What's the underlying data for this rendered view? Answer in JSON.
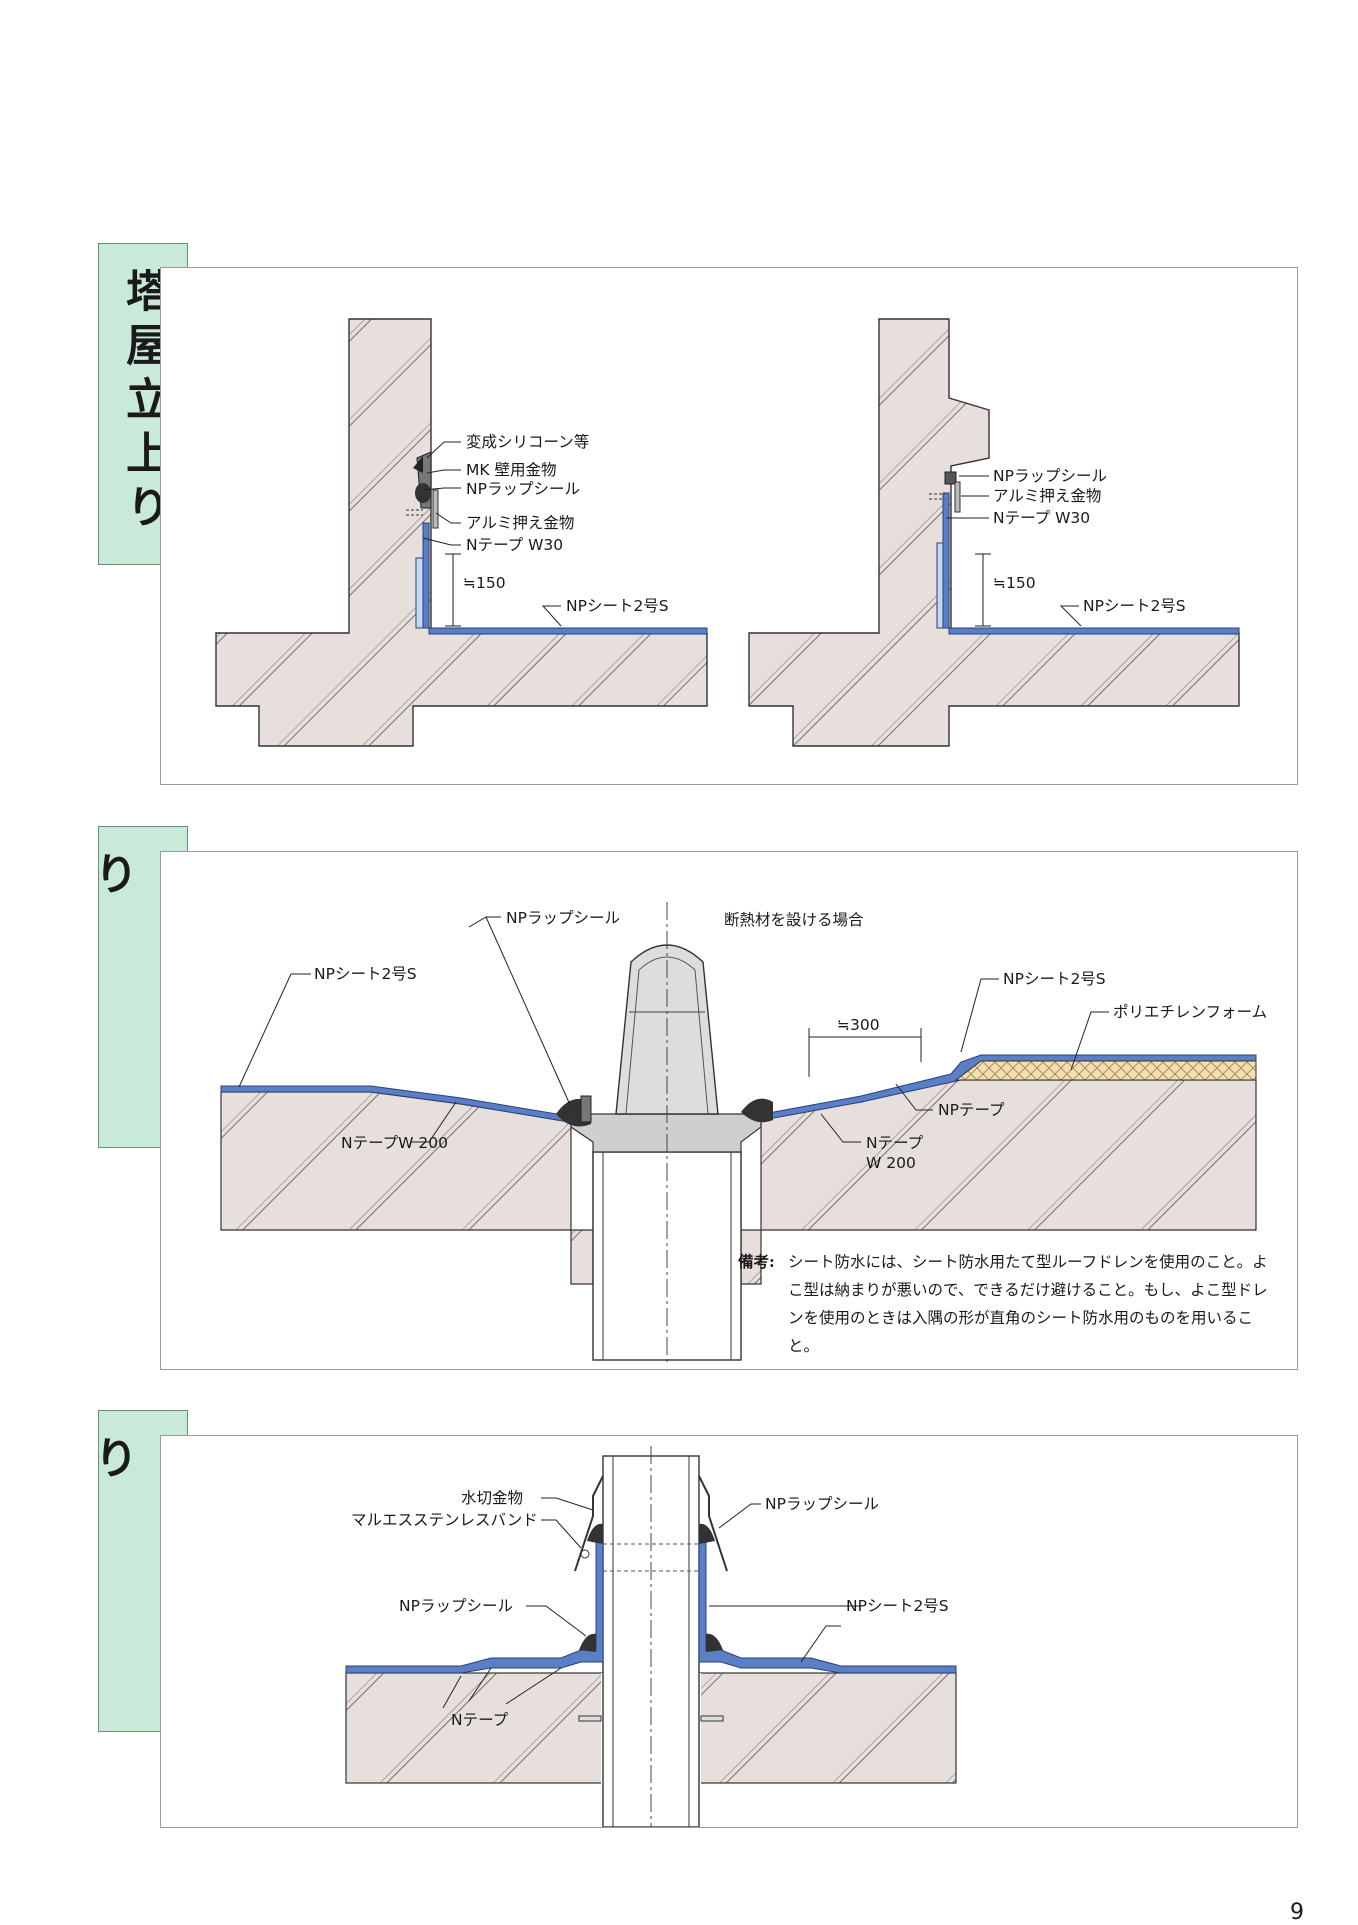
{
  "page_number": "9",
  "sections": [
    {
      "tab": "塔屋立上り"
    },
    {
      "tab": "ドレンまわり"
    },
    {
      "tab": "パイプまわり"
    }
  ],
  "parapet_left": {
    "label_sealant": "変成シリコーン等",
    "label_mk": "MK 壁用金物",
    "label_wrap": "NPラップシール",
    "label_alumi": "アルミ押え金物",
    "label_tape": "Nテープ W30",
    "label_dim": "≒150",
    "label_sheet": "NPシート2号S"
  },
  "parapet_right": {
    "label_wrap": "NPラップシール",
    "label_alumi": "アルミ押え金物",
    "label_tape": "Nテープ W30",
    "label_dim": "≒150",
    "label_sheet": "NPシート2号S"
  },
  "drain": {
    "label_wrap": "NPラップシール",
    "label_sheet_left": "NPシート2号S",
    "label_case": "断熱材を設ける場合",
    "label_sheet_right": "NPシート2号S",
    "label_foam": "ポリエチレンフォーム",
    "label_dim": "≒300",
    "label_np_tape": "NPテープ",
    "label_tape_left": "NテープW 200",
    "label_tape_right_1": "Nテープ",
    "label_tape_right_2": "W 200",
    "note_head": "備考:",
    "note_body": "シート防水には、シート防水用たて型ルーフドレンを使用のこと。よこ型は納まりが悪いので、できるだけ避けること。もし、よこ型ドレンを使用のときは入隅の形が直角のシート防水用のものを用いること。"
  },
  "pipe": {
    "label_flashing": "水切金物",
    "label_band": "マルエスステンレスバンド",
    "label_wrap_top": "NPラップシール",
    "label_wrap_left": "NPラップシール",
    "label_sheet": "NPシート2号S",
    "label_tape": "Nテープ"
  },
  "colors": {
    "concrete": "#e6dfdc",
    "sheet": "#5b7fc6",
    "sheet_light": "#c6d6f0",
    "tab_bg": "#c9ead8",
    "foam": "#f2deb0",
    "sealant": "#333333"
  }
}
